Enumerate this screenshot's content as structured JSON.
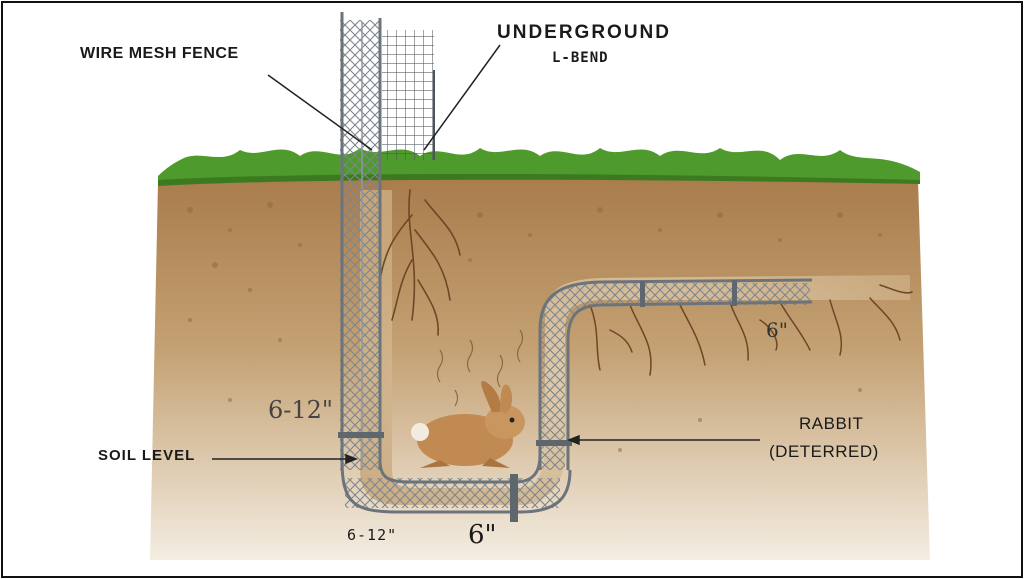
{
  "labels": {
    "wire_mesh_fence": "WIRE MESH FENCE",
    "underground": "UNDERGROUND",
    "l_bend": "L-BEND",
    "depth_vertical": "6-12\"",
    "soil_level": "SOIL LEVEL",
    "rabbit": "RABBIT",
    "deterred": "(DETERRED)",
    "depth_bottom": "6-12\"",
    "bend_width": "6\"",
    "bend_extension": "6\""
  },
  "colors": {
    "grass": "#4f9a2c",
    "soil": "#b58a5a",
    "soil_light": "#d8c4a0",
    "wire": "#9aa3ab",
    "wire_dark": "#5e666e",
    "roots": "#7a5230",
    "rabbit": "#c08a52",
    "text": "#1a1a1a"
  },
  "icons": {
    "rabbit": "rabbit-illustration",
    "roots": "plant-roots-illustration",
    "fence": "wire-mesh-fence-illustration"
  }
}
